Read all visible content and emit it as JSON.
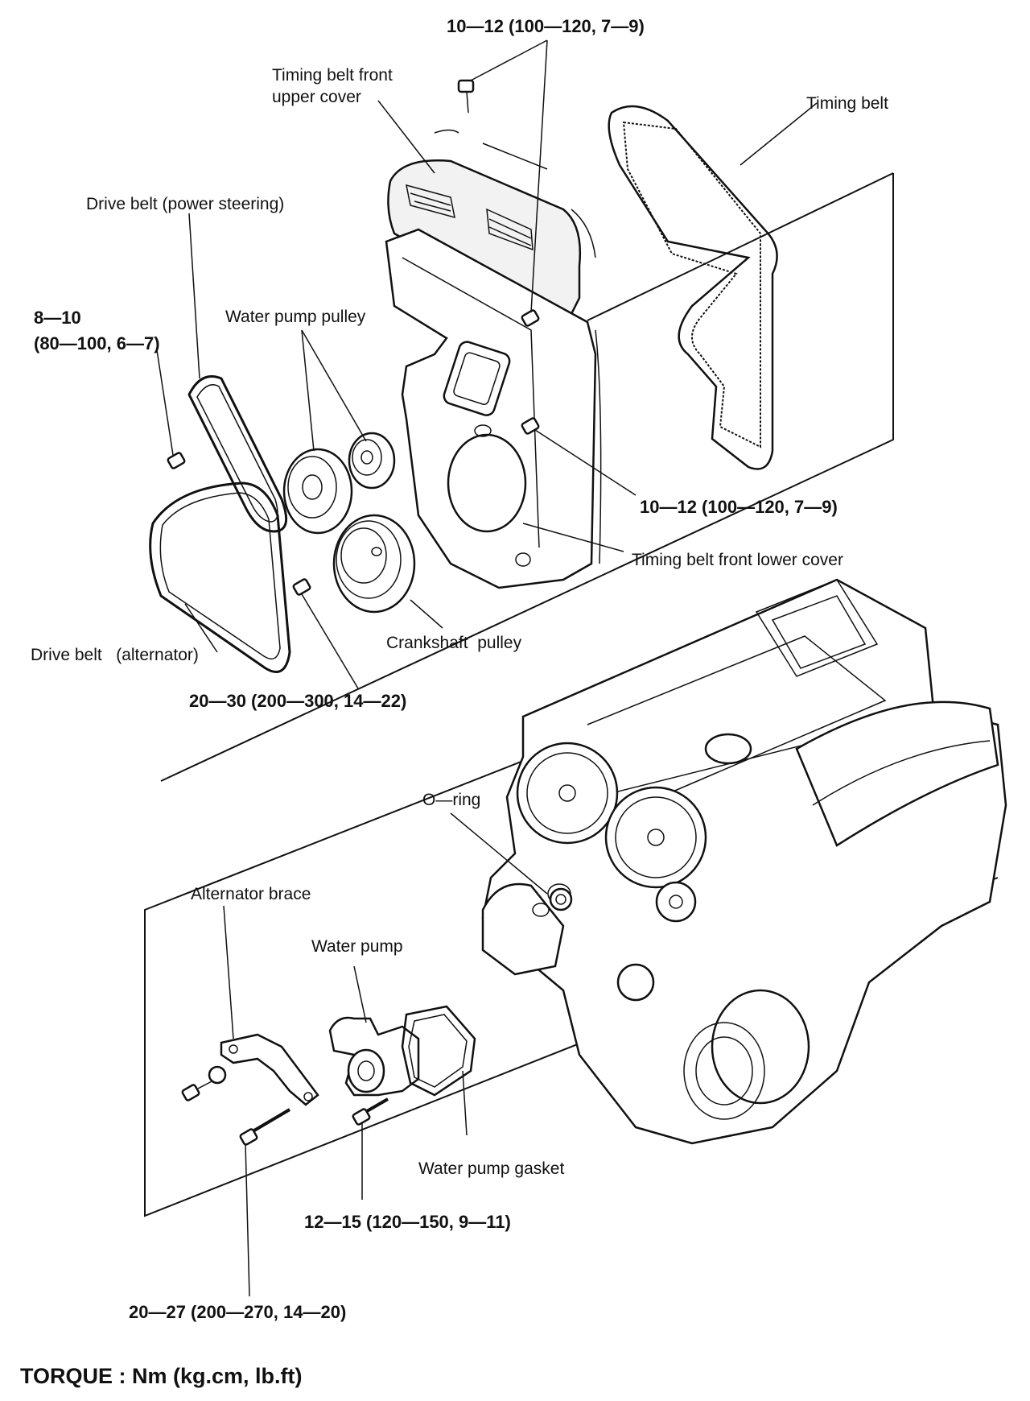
{
  "labels": {
    "torque_top": "10—12 (100—120, 7—9)",
    "front_upper_cover": "Timing belt front upper cover",
    "timing_belt": "Timing belt",
    "drive_belt_ps": "Drive belt (power steering)",
    "torque_left_1": "8—10",
    "torque_left_2": "(80—100, 6—7)",
    "water_pump_pulley": "Water pump pulley",
    "torque_mid_right": "10—12 (100—120, 7—9)",
    "front_lower_cover": "Timing belt front lower cover",
    "drive_belt_alt": "Drive belt   (alternator)",
    "crankshaft_pulley": "Crankshaft  pulley",
    "torque_crank": "20—30 (200—300, 14—22)",
    "o_ring": "O—ring",
    "alternator_brace": "Alternator brace",
    "water_pump": "Water pump",
    "water_pump_gasket": "Water pump gasket",
    "torque_pump": "12—15 (120—150, 9—11)",
    "torque_brace": "20—27 (200—270, 14—20)",
    "torque_units": "TORQUE : Nm (kg.cm, lb.ft)"
  }
}
